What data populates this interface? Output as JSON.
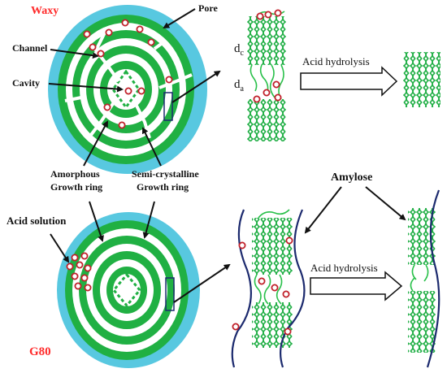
{
  "labels": {
    "waxy": "Waxy",
    "pore": "Pore",
    "channel": "Channel",
    "cavity": "Cavity",
    "amorphous_line1": "Amorphous",
    "amorphous_line2": "Growth ring",
    "semicrystalline_line1": "Semi-crystalline",
    "semicrystalline_line2": "Growth ring",
    "acid_solution": "Acid solution",
    "g80": "G80",
    "amylose": "Amylose",
    "acid_hydrolysis_top": "Acid hydrolysis",
    "acid_hydrolysis_bottom": "Acid hydrolysis",
    "dc_main": "d",
    "dc_sub": "c",
    "da_main": "d",
    "da_sub": "a"
  },
  "colors": {
    "label_red": "#ff2a2a",
    "ring_green": "#20b043",
    "halo_cyan": "#58c8e0",
    "chain_green": "#29c04a",
    "amylose_navy": "#1c2a6e",
    "pore_red": "#c0202a",
    "arrow_black": "#111111"
  }
}
